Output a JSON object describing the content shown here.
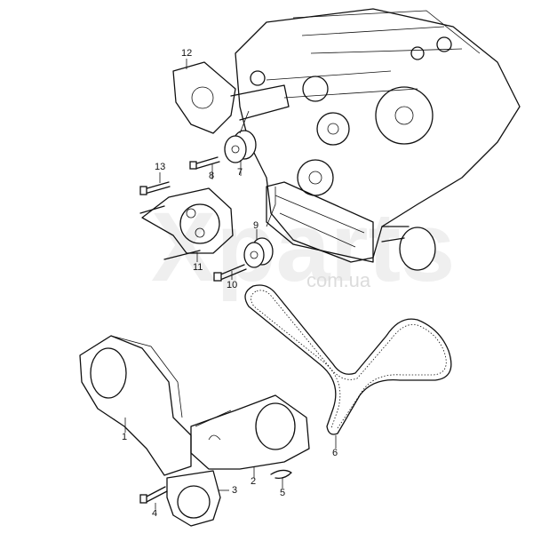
{
  "watermark": {
    "brand": "Xparts",
    "domain": "com.ua"
  },
  "callouts": {
    "c1": "1",
    "c2": "2",
    "c3": "3",
    "c4": "4",
    "c5": "5",
    "c6": "6",
    "c7": "7",
    "c8": "8",
    "c9": "9",
    "c10": "10",
    "c11": "11",
    "c12": "12",
    "c13": "13"
  }
}
